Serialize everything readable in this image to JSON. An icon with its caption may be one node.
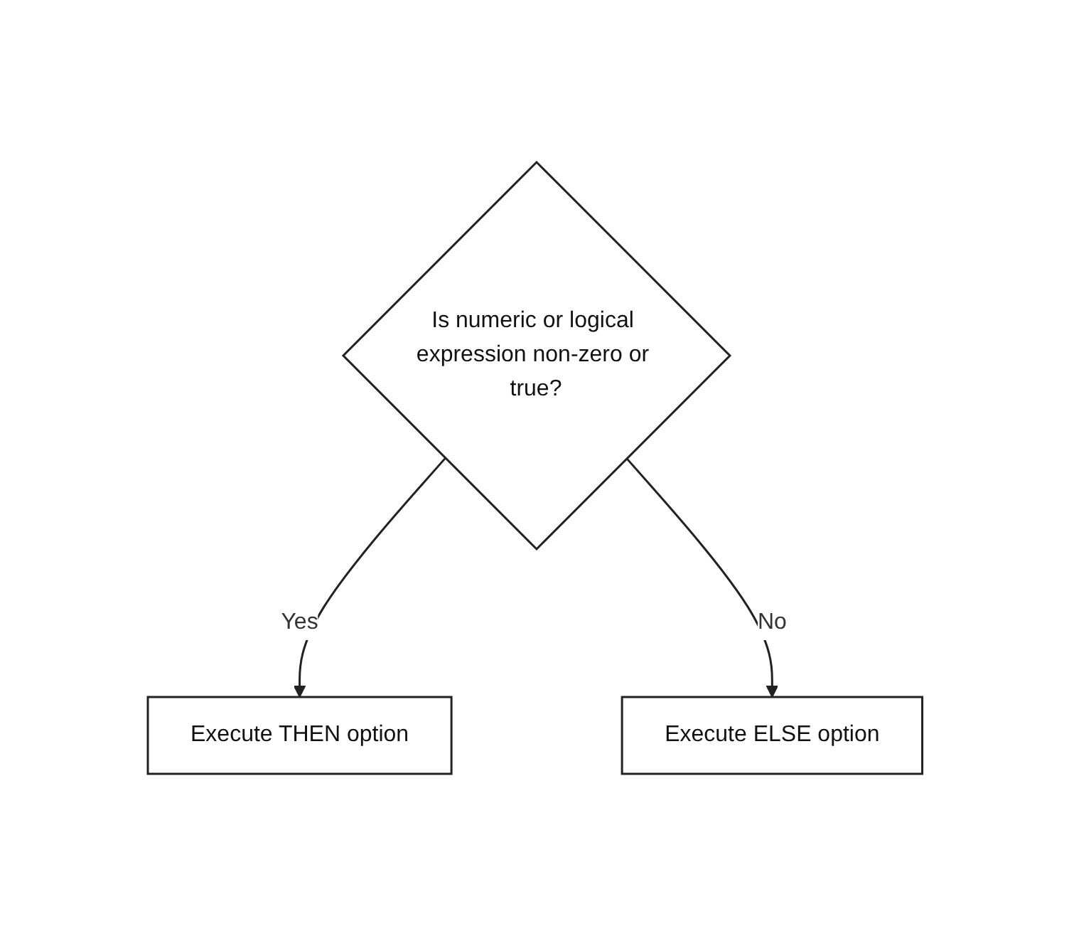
{
  "diagram": {
    "nodes": [
      {
        "text": [
          "Is numeric or logical expression non-zero or true?"
        ]
      },
      {
        "text": [
          "Execute THEN option"
        ]
      },
      {
        "text": [
          "Execute ELSE option"
        ]
      }
    ],
    "edges": [
      {
        "from": 0,
        "to": 1,
        "label": "Yes",
        "arrow": "to"
      },
      {
        "from": 0,
        "to": 2,
        "label": "No",
        "arrow": "to"
      }
    ]
  }
}
